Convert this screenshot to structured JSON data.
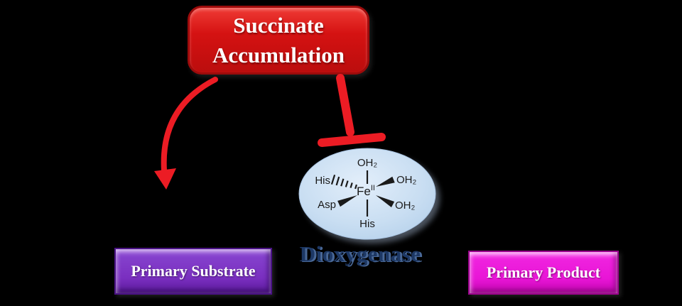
{
  "diagram": {
    "background_color": "#000000",
    "succinate_box": {
      "line1": "Succinate",
      "line2": "Accumulation",
      "fill_color": "#d51212",
      "border_color": "#9d0b0b",
      "text_color": "#ffffff"
    },
    "activation_arrow": {
      "type": "curved-arrow",
      "color": "#ec1c24"
    },
    "inhibition_arrow": {
      "type": "t-bar-blunt",
      "color": "#ec1c24"
    },
    "enzyme": {
      "label": "Dioxygenase",
      "label_color": "#1d3865",
      "ellipse_fill": "#c9def2",
      "structure_color": "#1a1a1a",
      "complex": {
        "metal": "Fe",
        "oxidation_state": "II",
        "ligand_top": "OH₂",
        "ligand_right_upper": "OH₂",
        "ligand_right_lower": "OH₂",
        "ligand_left": "His",
        "ligand_bottom_left": "Asp",
        "ligand_bottom": "His"
      }
    },
    "substrate_box": {
      "label": "Primary Substrate",
      "fill_color": "#7a2fc0",
      "text_color": "#ffffff"
    },
    "product_box": {
      "label": "Primary Product",
      "fill_color": "#e815d6",
      "text_color": "#ffffff"
    }
  }
}
